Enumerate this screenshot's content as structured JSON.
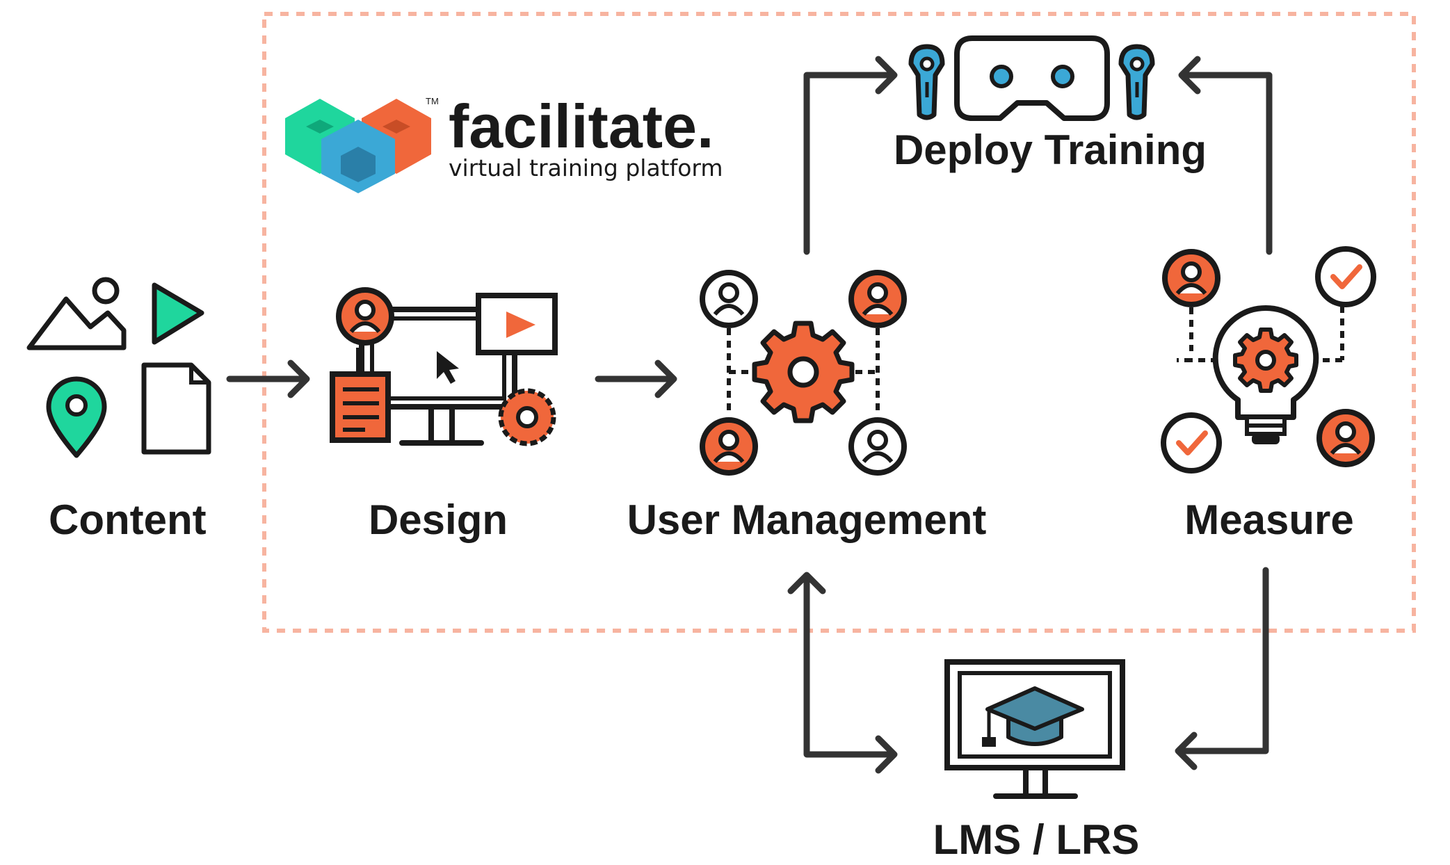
{
  "brand": {
    "name": "facilitate.",
    "tagline": "virtual training platform",
    "trademark": "TM",
    "logo_colors": [
      "#1fd69d",
      "#f0673b",
      "#3ba8d6"
    ]
  },
  "nodes": {
    "content": "Content",
    "design": "Design",
    "user_management": "User Management",
    "deploy_training": "Deploy Training",
    "measure": "Measure",
    "lms": "LMS / LRS"
  },
  "colors": {
    "accent_orange": "#f0673b",
    "accent_green": "#1fd69d",
    "accent_blue": "#3ba8d6",
    "outline": "#1a1a1a",
    "arrow": "#333333",
    "dashed_border": "#f7b4a0",
    "cap": "#4a8aa3"
  },
  "icons": [
    "landscape-icon",
    "play-icon",
    "map-pin-icon",
    "document-icon",
    "design-workstation-icon",
    "user-network-icon",
    "vr-headset-icon",
    "lightbulb-analytics-icon",
    "graduation-monitor-icon"
  ]
}
